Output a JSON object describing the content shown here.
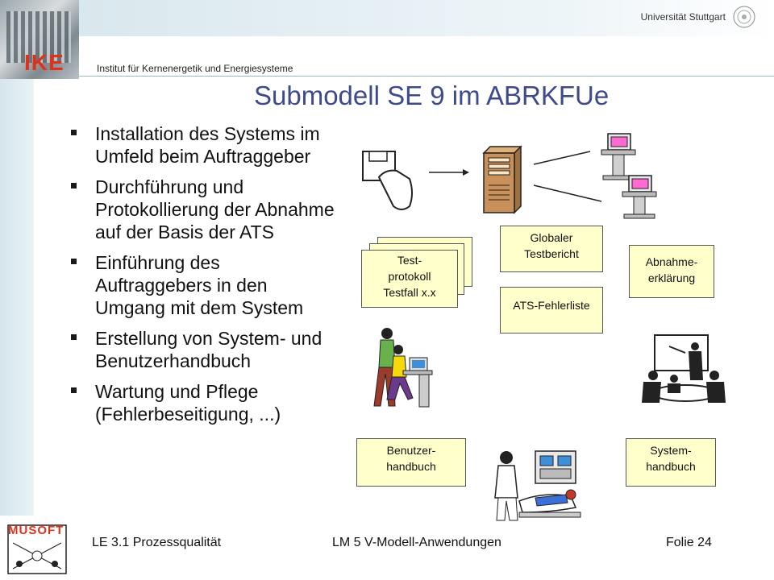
{
  "header": {
    "logo_text": "IKE",
    "university": "Universität Stuttgart",
    "institute": "Institut für Kernenergetik und Energiesysteme"
  },
  "title": "Submodell SE 9 im ABRKFUe",
  "bullets": [
    "Installation des Systems im Umfeld beim Auftraggeber",
    "Durchführung und Protokollierung der Abnahme auf der Basis der ATS",
    "Einführung des Auftraggebers in den Umgang mit dem System",
    "Erstellung von System- und Benutzerhandbuch",
    "Wartung und Pflege (Fehlerbeseitigung, ...)"
  ],
  "documents": {
    "testprotokoll": [
      "Test-",
      "protokoll",
      "Testfall x.x"
    ],
    "globaler_testbericht": [
      "Globaler",
      "Testbericht"
    ],
    "ats_fehlerliste": [
      "ATS-Fehlerliste"
    ],
    "abnahme": [
      "Abnahme-",
      "erklärung"
    ],
    "benutzerhandbuch": [
      "Benutzer-",
      "handbuch"
    ],
    "systemhandbuch": [
      "System-",
      "handbuch"
    ]
  },
  "footer": {
    "logo_text": "MUSOFT",
    "left": "LE 3.1 Prozessqualität",
    "center": "LM 5 V-Modell-Anwendungen",
    "right": "Folie 24"
  },
  "colors": {
    "title": "#3e4a8c",
    "document_fill": "#ffffcc",
    "logo_red": "#e0311c"
  }
}
